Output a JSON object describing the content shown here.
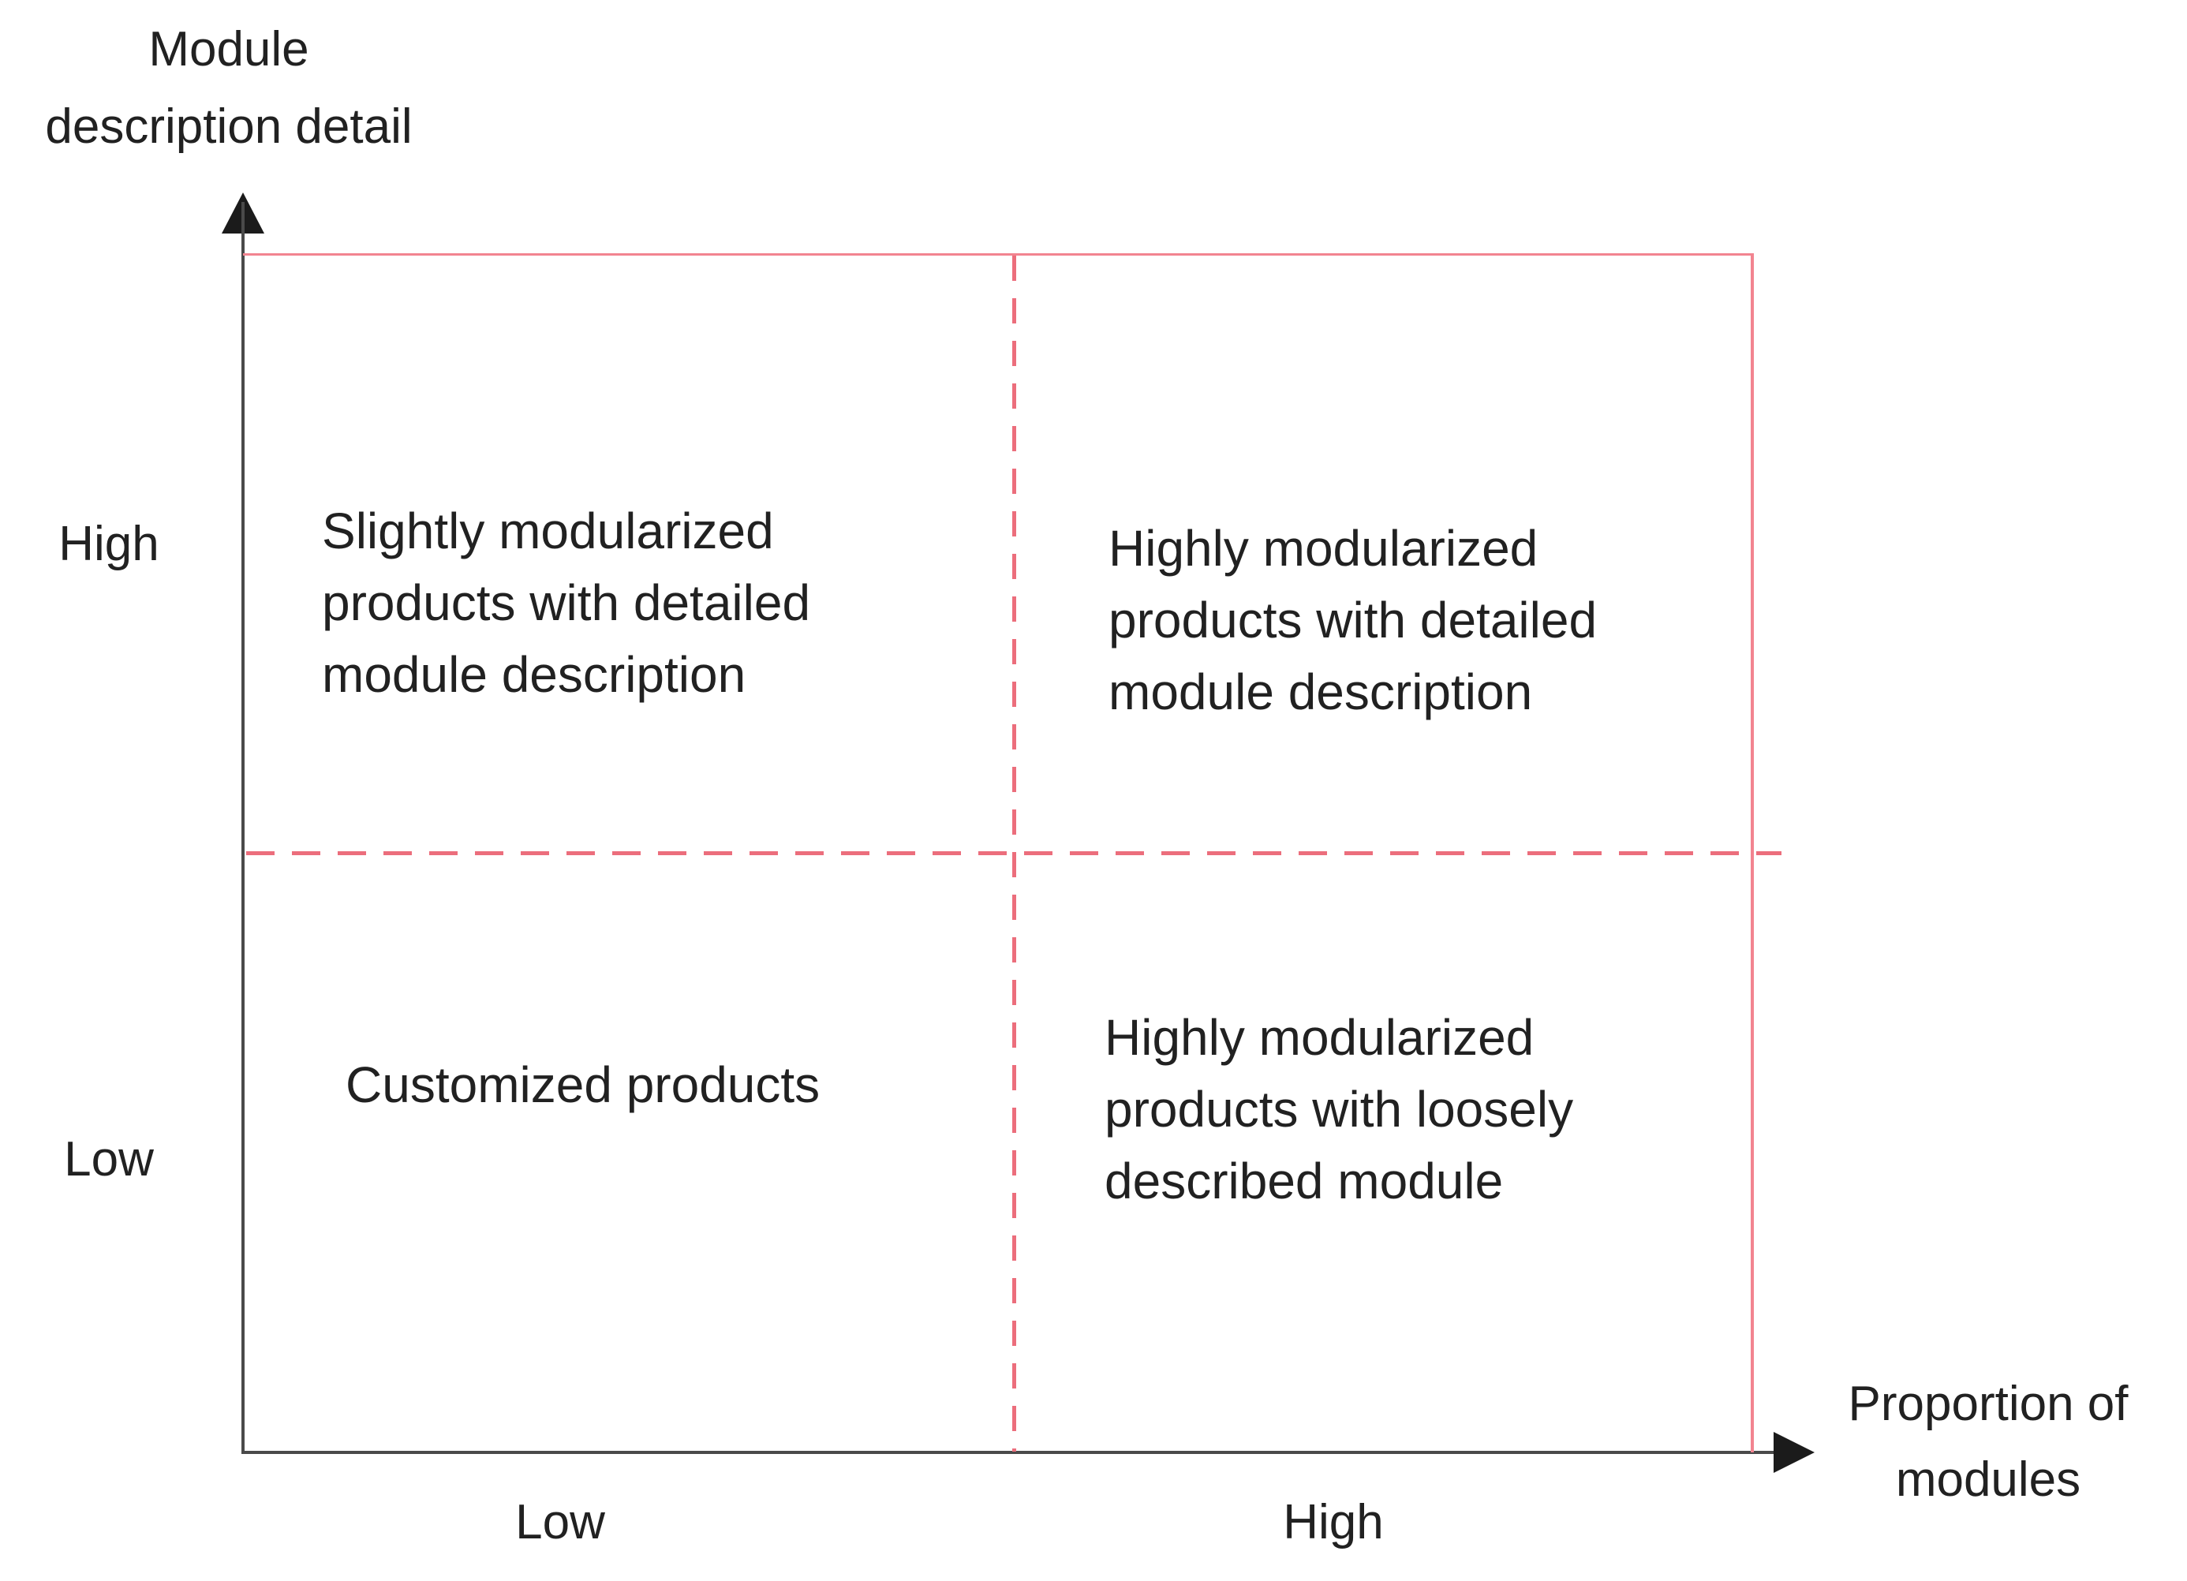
{
  "y_axis": {
    "title": "Module\ndescription detail",
    "label_high": "High",
    "label_low": "Low"
  },
  "x_axis": {
    "title": "Proportion of\nmodules",
    "label_low": "Low",
    "label_high": "High"
  },
  "quadrants": {
    "top_left": "Slightly modularized\nproducts with detailed\nmodule description",
    "top_right": "Highly modularized\nproducts with detailed\nmodule description",
    "bottom_left": "Customized products",
    "bottom_right": "Highly modularized\nproducts with loosely\ndescribed module"
  },
  "colors": {
    "border_red": "#f28490",
    "grid_red": "#ec6e7c",
    "axis_line": "#4a4a4a",
    "arrow_black": "#1b1b1b",
    "text_black": "#212121",
    "background": "#ffffff"
  }
}
